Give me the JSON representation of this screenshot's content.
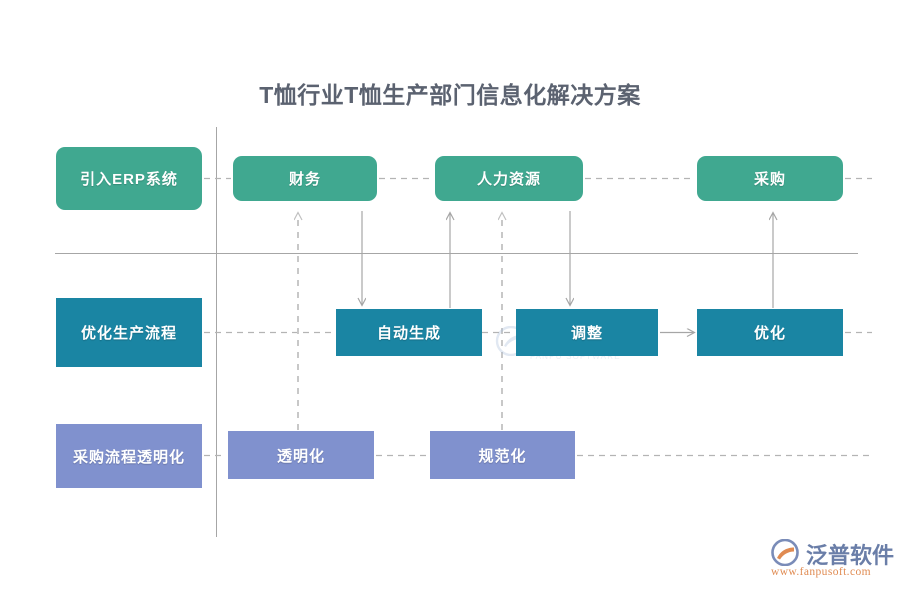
{
  "title": "T恤行业T恤生产部门信息化解决方案",
  "lanes": [
    {
      "id": "lane-1",
      "label": "引入ERP系统",
      "color": "#40a890"
    },
    {
      "id": "lane-2",
      "label": "优化生产流程",
      "color": "#1a85a3"
    },
    {
      "id": "lane-3",
      "label": "采购流程透明化",
      "color": "#8091ce"
    }
  ],
  "nodes": {
    "finance": "财务",
    "human_resources": "人力资源",
    "procurement": "采购",
    "auto_generate": "自动生成",
    "adjust": "调整",
    "optimize": "优化",
    "transparency": "透明化",
    "standardization": "规范化"
  },
  "watermark": {
    "name": "泛普软件",
    "sub": "FANPU SOFTWARE"
  },
  "brand": {
    "name": "泛普软件",
    "url": "www.fanpusoft.com",
    "mark_color": "#7a8cb8",
    "accent_color": "#e08b52"
  },
  "palette": {
    "green": "#40a890",
    "blue": "#1a85a3",
    "periwinkle": "#8091ce",
    "line": "#a6a6a6",
    "dashed": "#c8c8c8",
    "title_text": "#5b6270",
    "background": "#ffffff"
  }
}
